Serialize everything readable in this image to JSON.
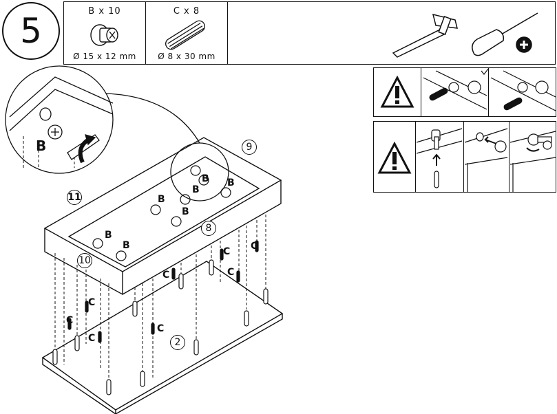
{
  "step": {
    "number": "5"
  },
  "parts": [
    {
      "letter": "B",
      "qty": "B x 10",
      "dim": "Ø 15 x 12 mm",
      "icon": "cam-lock-icon"
    },
    {
      "letter": "C",
      "qty": "C x 8",
      "dim": "Ø 8 x 30 mm",
      "icon": "wooden-dowel-icon"
    }
  ],
  "tools": [
    {
      "icon": "hammer-icon"
    },
    {
      "icon": "phillips-screwdriver-icon"
    }
  ],
  "detail": {
    "label": "B"
  },
  "callouts": [
    "9",
    "11",
    "8",
    "10",
    "2"
  ],
  "part_labels": {
    "b": "B",
    "c": "C"
  },
  "warnings": [
    {
      "icon": "warning-triangle-icon",
      "panels": [
        "dowel-correct",
        "dowel-incorrect"
      ]
    },
    {
      "icon": "warning-triangle-icon",
      "panels": [
        "dowel-insert",
        "cam-insert",
        "cam-lock"
      ]
    }
  ]
}
